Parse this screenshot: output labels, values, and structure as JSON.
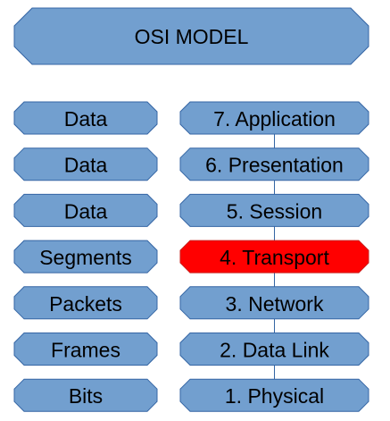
{
  "title": {
    "label": "OSI MODEL"
  },
  "colors": {
    "box_fill": "#729fcf",
    "box_stroke": "#3465a4",
    "highlight_fill": "#ff0000",
    "highlight_stroke": "#c9211e",
    "connector": "#3465a4",
    "text": "#000000"
  },
  "data_units": [
    {
      "label": "Data"
    },
    {
      "label": "Data"
    },
    {
      "label": "Data"
    },
    {
      "label": "Segments"
    },
    {
      "label": "Packets"
    },
    {
      "label": "Frames"
    },
    {
      "label": "Bits"
    }
  ],
  "layers": [
    {
      "label": "7. Application",
      "highlighted": false
    },
    {
      "label": "6. Presentation",
      "highlighted": false
    },
    {
      "label": "5. Session",
      "highlighted": false
    },
    {
      "label": "4. Transport",
      "highlighted": true
    },
    {
      "label": "3. Network",
      "highlighted": false
    },
    {
      "label": "2. Data Link",
      "highlighted": false
    },
    {
      "label": "1. Physical",
      "highlighted": false
    }
  ]
}
